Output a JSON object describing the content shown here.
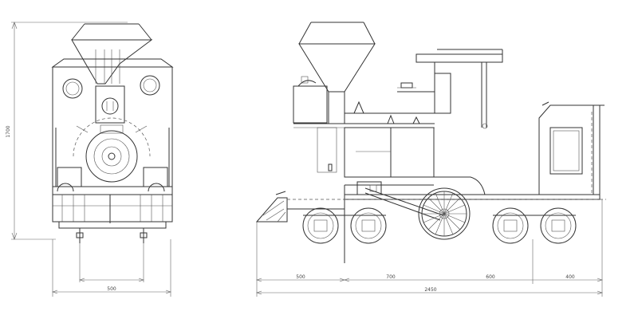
{
  "diagram": {
    "dimensions": {
      "height": "1700",
      "gauge": "500",
      "overall_length": "2450",
      "seg_front": "500",
      "seg_2": "700",
      "seg_3": "600",
      "seg_4": "400"
    }
  }
}
